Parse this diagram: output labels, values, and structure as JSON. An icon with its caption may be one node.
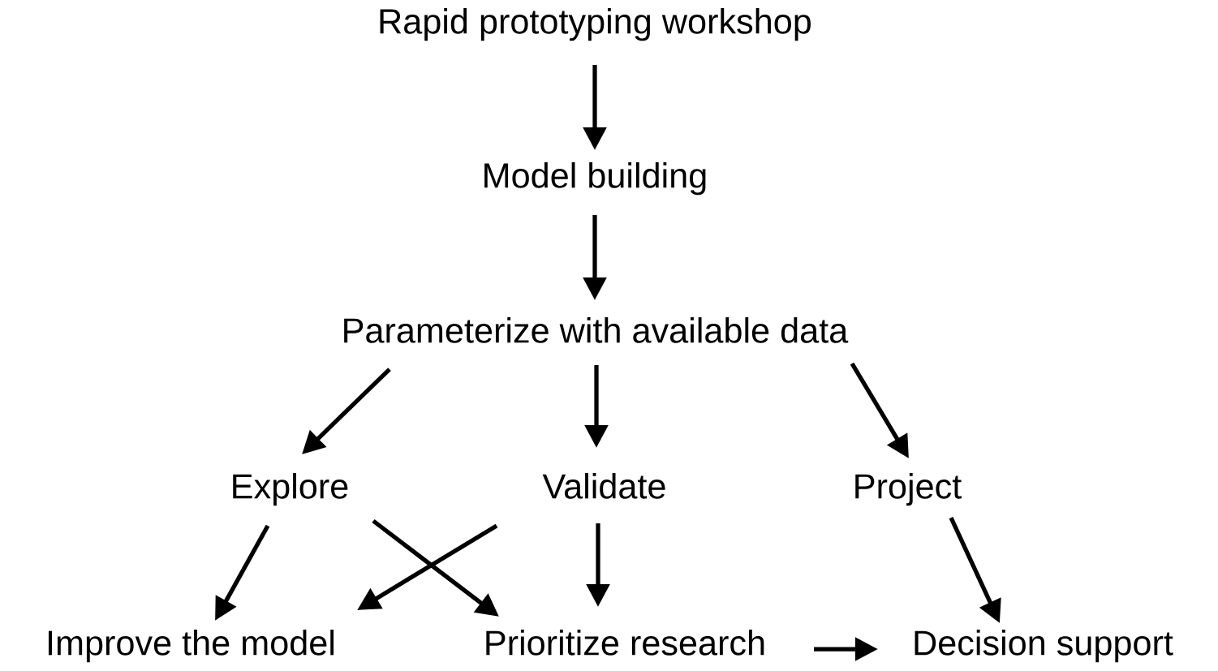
{
  "diagram": {
    "nodes": [
      {
        "text": [
          "Rapid prototyping workshop"
        ]
      },
      {
        "text": [
          "Model building"
        ]
      },
      {
        "text": [
          "Parameterize with available data"
        ]
      },
      {
        "text": [
          "Explore"
        ]
      },
      {
        "text": [
          "Validate"
        ]
      },
      {
        "text": [
          "Project"
        ]
      },
      {
        "text": [
          "Improve the model"
        ]
      },
      {
        "text": [
          "Prioritize research"
        ]
      },
      {
        "text": [
          "Decision support"
        ]
      }
    ],
    "edges": [
      {
        "from": 0,
        "to": 1,
        "arrow": "to"
      },
      {
        "from": 1,
        "to": 2,
        "arrow": "to"
      },
      {
        "from": 2,
        "to": 3,
        "arrow": "to"
      },
      {
        "from": 2,
        "to": 4,
        "arrow": "to"
      },
      {
        "from": 2,
        "to": 5,
        "arrow": "to"
      },
      {
        "from": 3,
        "to": 6,
        "arrow": "to"
      },
      {
        "from": 3,
        "to": 7,
        "arrow": "to"
      },
      {
        "from": 4,
        "to": 6,
        "arrow": "to"
      },
      {
        "from": 4,
        "to": 7,
        "arrow": "to"
      },
      {
        "from": 5,
        "to": 8,
        "arrow": "to"
      },
      {
        "from": 7,
        "to": 8,
        "arrow": "to"
      }
    ]
  }
}
